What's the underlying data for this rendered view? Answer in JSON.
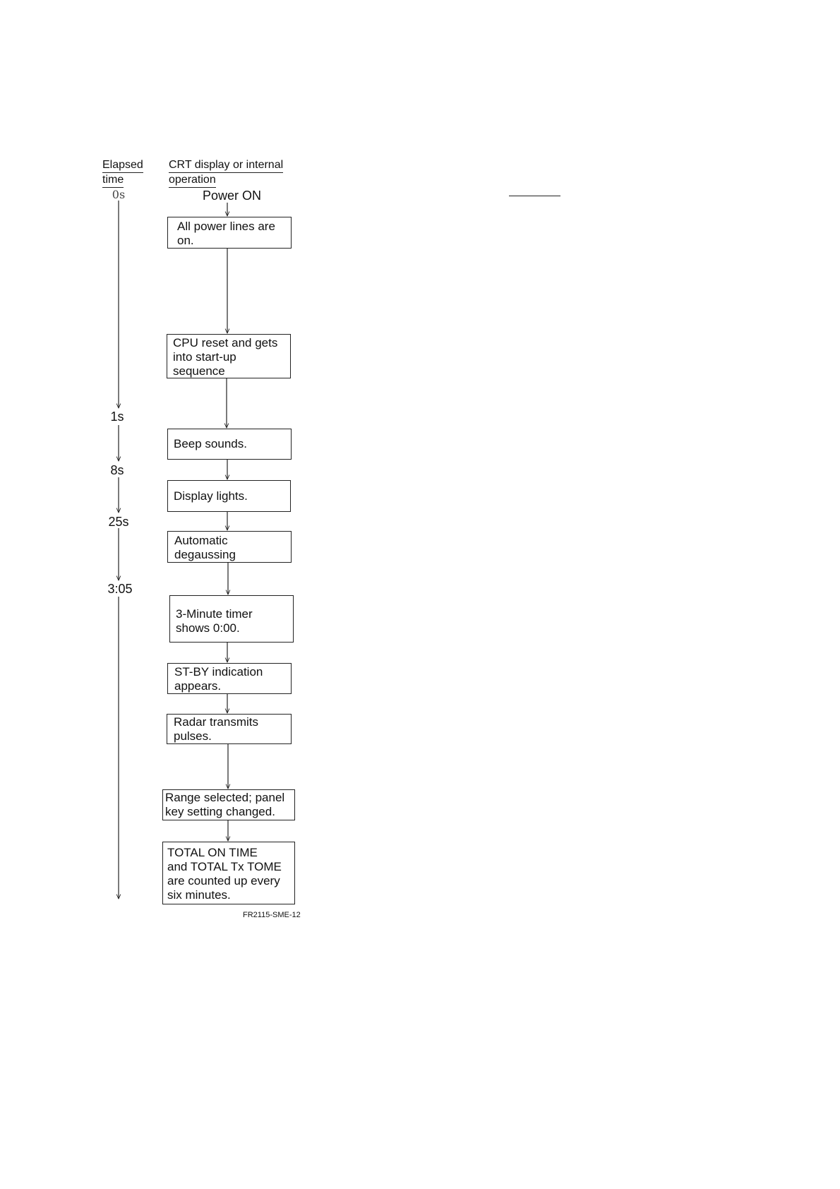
{
  "headers": {
    "elapsed_line1": "Elapsed",
    "elapsed_line2": "time",
    "operation_line1": "CRT display or internal",
    "operation_line2": "operation"
  },
  "start_label": "Power ON",
  "times": {
    "t0": "0s",
    "t1": "1s",
    "t8": "8s",
    "t25": "25s",
    "t305": "3:05"
  },
  "steps": [
    "All power lines are\non.",
    "CPU reset and gets\ninto start-up\nsequence",
    "Beep sounds.",
    "Display lights.",
    "Automatic\ndegaussing",
    "3-Minute timer\nshows 0:00.",
    "ST-BY indication\nappears.",
    "Radar transmits\npulses.",
    "Range selected; panel\nkey setting changed.",
    "TOTAL ON TIME\nand TOTAL Tx TOME\nare counted up every\nsix minutes."
  ],
  "figure_id": "FR2115-SME-12"
}
